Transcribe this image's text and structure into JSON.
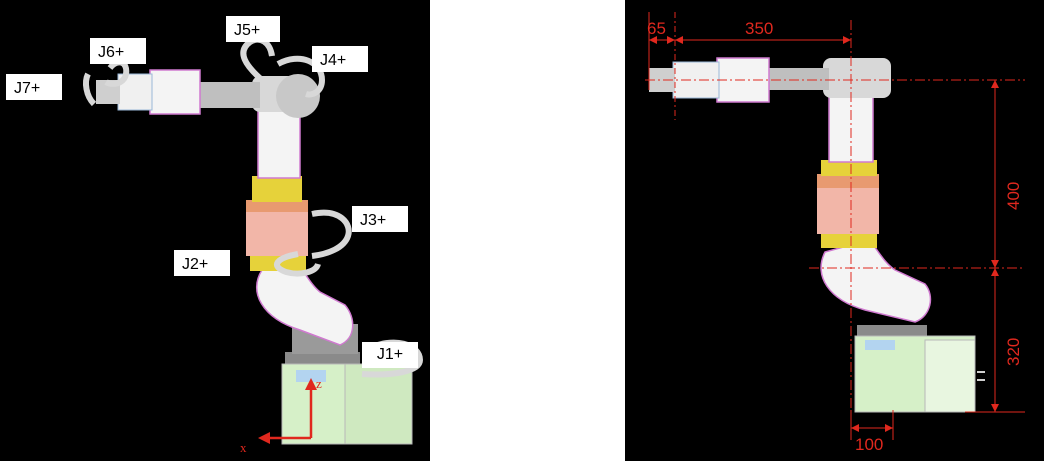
{
  "joint_labels": {
    "j1": "J1+",
    "j2": "J2+",
    "j3": "J3+",
    "j4": "J4+",
    "j5": "J5+",
    "j6": "J6+",
    "j7": "J7+"
  },
  "axis_labels": {
    "x": "x",
    "z": "z"
  },
  "dimensions": {
    "d65": "65",
    "d350": "350",
    "d400": "400",
    "d320": "320",
    "d100": "100"
  },
  "colors": {
    "background": "#000000",
    "dimension": "#e0281e",
    "base": "#d6f0c8",
    "elbow": "#f2b6a8",
    "link": "#f4f4f4",
    "accent": "#e6d23a"
  }
}
